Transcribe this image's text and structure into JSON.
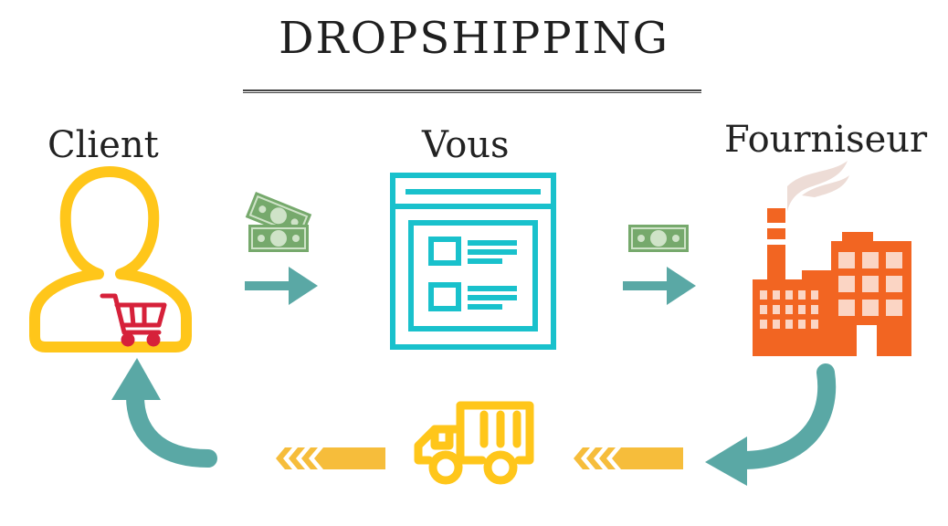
{
  "title": "DROPSHIPPING",
  "actors": {
    "client": "Client",
    "vous": "Vous",
    "fournisseur": "Fourniseur"
  },
  "colors": {
    "yellow": "#ffc61a",
    "teal": "#5aa8a5",
    "cyan": "#19c1cc",
    "orange": "#f26522",
    "red": "#d6213a",
    "money": "#76a96c",
    "chevron": "#f6bd3b"
  },
  "icons": [
    "person-icon",
    "cart-icon",
    "money-icon",
    "arrow-right-icon",
    "webpage-icon",
    "factory-icon",
    "smoke-icon",
    "truck-icon",
    "chevron-arrow-icon",
    "curved-arrow-icon"
  ]
}
